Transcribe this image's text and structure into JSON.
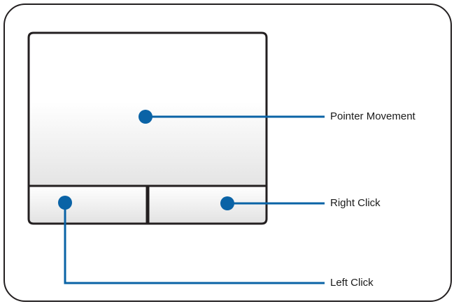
{
  "labels": {
    "pointer_movement": "Pointer Movement",
    "right_click": "Right Click",
    "left_click": "Left Click"
  },
  "colors": {
    "frame_stroke": "#231f20",
    "pad_stroke": "#231f20",
    "pad_gradient_top": "#ffffff",
    "pad_gradient_bottom": "#e6e6e6",
    "callout": "#0a63a6"
  }
}
